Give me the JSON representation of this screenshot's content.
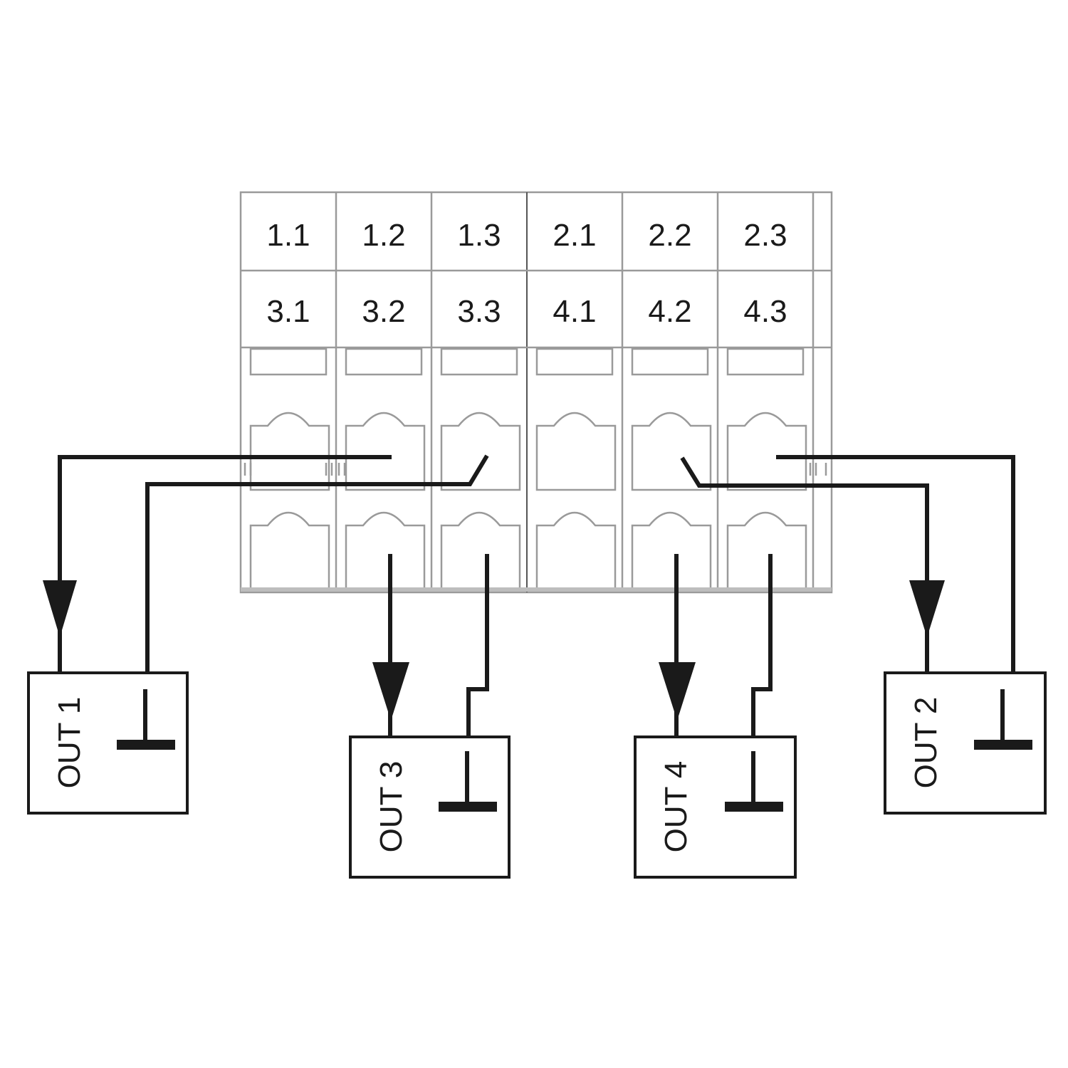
{
  "terminal_block": {
    "top_row": [
      "1.1",
      "1.2",
      "1.3",
      "2.1",
      "2.2",
      "2.3"
    ],
    "bottom_row": [
      "3.1",
      "3.2",
      "3.3",
      "4.1",
      "4.2",
      "4.3"
    ]
  },
  "outputs": [
    {
      "id": "out1",
      "label": "OUT 1"
    },
    {
      "id": "out3",
      "label": "OUT 3"
    },
    {
      "id": "out4",
      "label": "OUT 4"
    },
    {
      "id": "out2",
      "label": "OUT 2"
    }
  ],
  "colors": {
    "line": "#1a1a1a",
    "block_outline": "#9a9a9a",
    "background": "#ffffff"
  }
}
